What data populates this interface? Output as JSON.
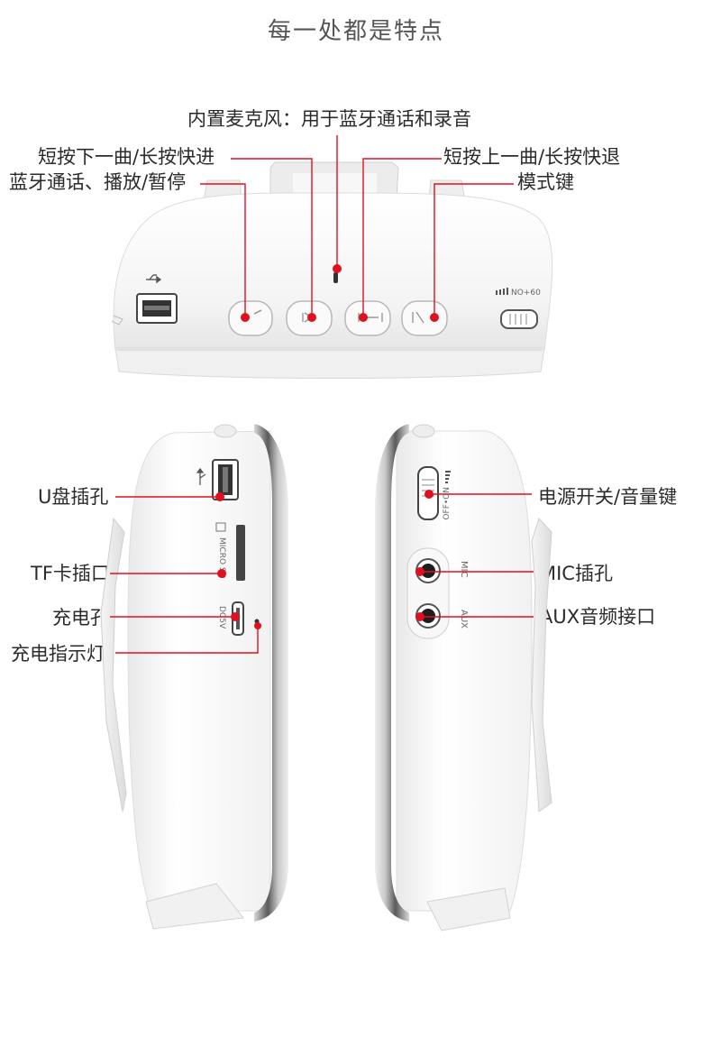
{
  "title": "每一处都是特点",
  "top_labels": {
    "mic": "内置麦克风：用于蓝牙通话和录音",
    "next": "短按下一曲/长按快进",
    "prev": "短按上一曲/长按快退",
    "play": "蓝牙通话、播放/暂停",
    "mode": "模式键"
  },
  "left_labels": {
    "usb": "U盘插孔",
    "tf": "TF卡插口",
    "charge": "充电孔",
    "indicator": "充电指示灯"
  },
  "right_labels": {
    "power": "电源开关/音量键",
    "mic_jack": "MIC插孔",
    "aux": "AUX音频接口"
  },
  "device_text": {
    "volume_mark": "NO+60",
    "micro_sd": "MICRO SD",
    "dc5v": "DC5V",
    "off_on": "OFF•ON",
    "mic": "MIC",
    "aux": "AUX"
  },
  "colors": {
    "accent": "#e0101e",
    "line": "#e0101e",
    "body": "#f6f6f6",
    "chrome": "#8a8a8a"
  }
}
